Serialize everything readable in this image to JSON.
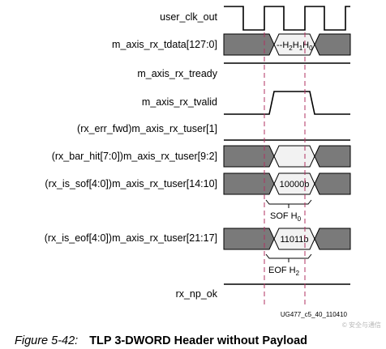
{
  "signals": [
    {
      "label": "user_clk_out",
      "type": "clock"
    },
    {
      "label": "m_axis_rx_tdata[127:0]",
      "type": "bus",
      "value_main": "--H",
      "value_sub": [
        "2",
        "1",
        "0"
      ],
      "value_mid": [
        "H",
        "H"
      ]
    },
    {
      "label": "m_axis_rx_tready",
      "type": "high"
    },
    {
      "label": "m_axis_rx_tvalid",
      "type": "pulse"
    },
    {
      "label": "(rx_err_fwd)m_axis_rx_tuser[1]",
      "type": "low"
    },
    {
      "label": "(rx_bar_hit[7:0])m_axis_rx_tuser[9:2]",
      "type": "bus",
      "value": ""
    },
    {
      "label": "(rx_is_sof[4:0])m_axis_rx_tuser[14:10]",
      "type": "bus",
      "value": "10000b"
    },
    {
      "label": "(rx_is_eof[4:0])m_axis_rx_tuser[21:17]",
      "type": "bus",
      "value": "11011b"
    },
    {
      "label": "rx_np_ok",
      "type": "high"
    }
  ],
  "annotations": {
    "sof": {
      "text": "SOF H",
      "sub": "0"
    },
    "eof": {
      "text": "EOF H",
      "sub": "2"
    }
  },
  "figure_id": "UG477_c5_40_110410",
  "caption": {
    "number": "Figure 5-42:",
    "title": "TLP 3-DWORD Header without Payload"
  },
  "watermark": "© 安全与通信",
  "colors": {
    "bus_fill": "#7a7a7a",
    "active_fill": "#f2f2f2",
    "marker": "#b03060"
  }
}
